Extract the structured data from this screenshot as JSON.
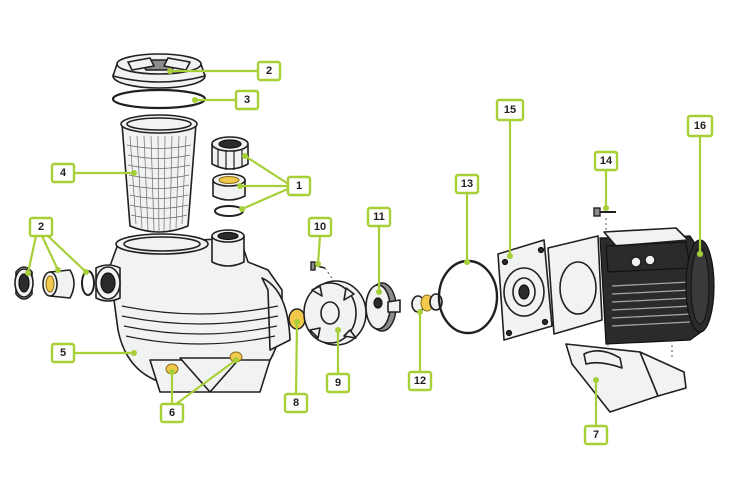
{
  "parts": [
    {
      "id": "strainer-lid",
      "label": "2"
    },
    {
      "id": "lid-o-ring",
      "label": "3"
    },
    {
      "id": "strainer-basket",
      "label": "4"
    },
    {
      "id": "union-fittings-top",
      "label": "1"
    },
    {
      "id": "union-fittings-left",
      "label": "2"
    },
    {
      "id": "pump-housing",
      "label": "5"
    },
    {
      "id": "drain-plugs",
      "label": "6"
    },
    {
      "id": "diffuser-screw",
      "label": "10"
    },
    {
      "id": "diffuser-o-ring",
      "label": "8"
    },
    {
      "id": "diffuser",
      "label": "9"
    },
    {
      "id": "impeller",
      "label": "11"
    },
    {
      "id": "shaft-seal",
      "label": "12"
    },
    {
      "id": "seal-plate-o-ring",
      "label": "13"
    },
    {
      "id": "seal-plate",
      "label": "15"
    },
    {
      "id": "motor-bolt",
      "label": "14"
    },
    {
      "id": "motor",
      "label": "16"
    },
    {
      "id": "motor-foot",
      "label": "7"
    }
  ]
}
